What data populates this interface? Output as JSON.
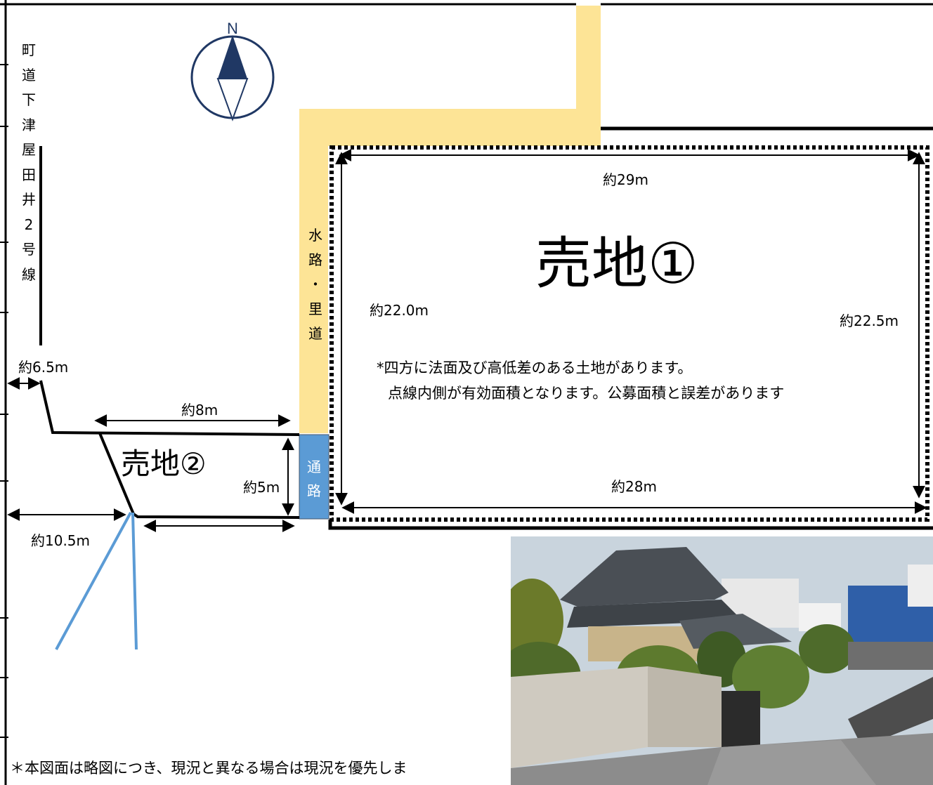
{
  "compass": {
    "north_label": "N"
  },
  "road_label": [
    "町",
    "道",
    "下",
    "津",
    "屋",
    "田",
    "井",
    "2",
    "号",
    "線"
  ],
  "waterway_label": [
    "水",
    "路",
    "・",
    "里",
    "道"
  ],
  "passage_label": [
    "通",
    "路"
  ],
  "lot1": {
    "title": "売地①",
    "top_width": "約29m",
    "bottom_width": "約28m",
    "left_depth": "約22.0m",
    "right_depth": "約22.5m",
    "note_line1": "*四方に法面及び高低差のある土地があります。",
    "note_line2": "点線内側が有効面積となります。公募面積と誤差があります"
  },
  "lot2": {
    "title": "売地②",
    "top_width": "約8m",
    "depth": "約5m",
    "left_offset_top": "約6.5m",
    "left_offset_bottom": "約10.5m"
  },
  "footer_note": "＊本図面は略図につき、現況と異なる場合は現況を優先しま",
  "colors": {
    "waterway": "#fde496",
    "passage": "#5b9bd5",
    "view_lines": "#5b9bd5",
    "compass": "#203864",
    "line": "#000000"
  }
}
